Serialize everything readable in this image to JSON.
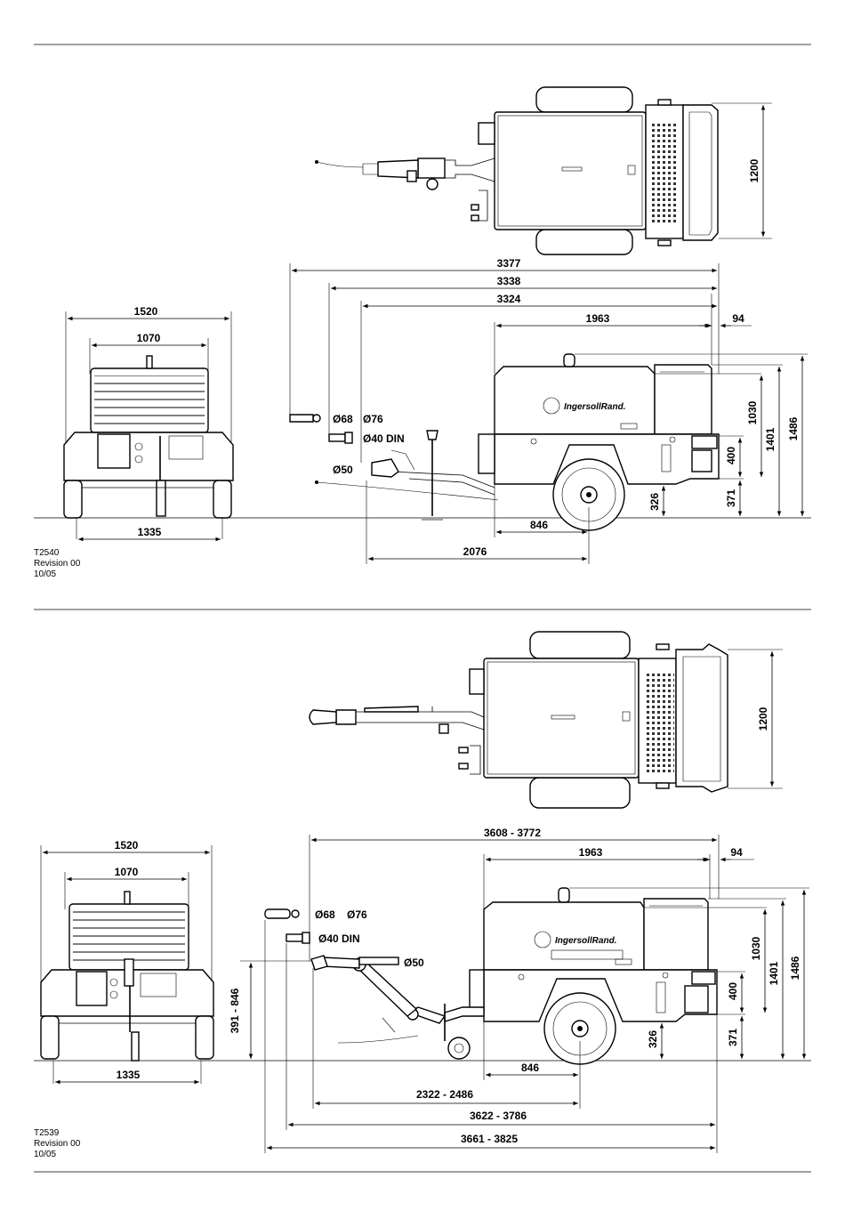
{
  "sheet1": {
    "drawing_ref": "T2540",
    "revision": "Revision 00",
    "date": "10/05",
    "brand_text": "IngersollRand.",
    "plan_width": "1200",
    "overall_lengths": [
      "3377",
      "3338",
      "3324"
    ],
    "body_length": "1963",
    "rear_overhang": "94",
    "rear_width_outer": "1520",
    "rear_width_inner": "1070",
    "track_width": "1335",
    "heights": [
      "1030",
      "1401",
      "1486"
    ],
    "frame_height": "400",
    "axle_height": "371",
    "ground_clearance": "326",
    "axle_to_body": "846",
    "hitch_to_axle": "2076",
    "eye_options_1": "Ø68",
    "eye_options_2": "Ø76",
    "din_option": "Ø40 DIN",
    "ball_option": "Ø50"
  },
  "sheet2": {
    "drawing_ref": "T2539",
    "revision": "Revision 00",
    "date": "10/05",
    "brand_text": "IngersollRand.",
    "plan_width": "1200",
    "overall_length": "3608 - 3772",
    "body_length": "1963",
    "rear_overhang": "94",
    "rear_width_outer": "1520",
    "rear_width_inner": "1070",
    "track_width": "1335",
    "drawbar_height": "391 - 846",
    "heights": [
      "1030",
      "1401",
      "1486"
    ],
    "frame_height": "400",
    "axle_height": "371",
    "ground_clearance": "326",
    "axle_to_body": "846",
    "hitch_to_axle": "2322 - 2486",
    "length_mid": "3622 - 3786",
    "length_max": "3661 - 3825",
    "eye_options_1": "Ø68",
    "eye_options_2": "Ø76",
    "din_option": "Ø40 DIN",
    "ball_option": "Ø50"
  }
}
